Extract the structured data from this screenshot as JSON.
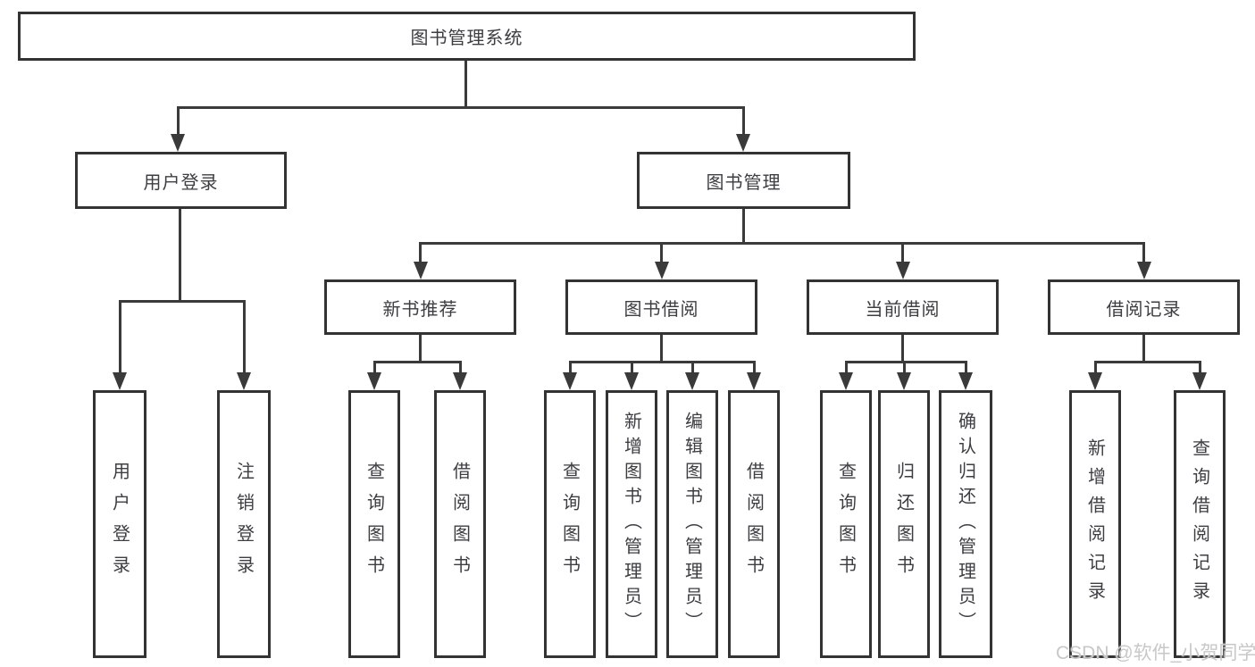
{
  "diagram": {
    "root": "图书管理系统",
    "level2": {
      "user": "用户登录",
      "mgmt": "图书管理"
    },
    "level3": {
      "newbooks": "新书推荐",
      "borrow": "图书借阅",
      "current": "当前借阅",
      "records": "借阅记录"
    },
    "leaves": {
      "user": [
        "用户登录",
        "注销登录"
      ],
      "newbooks": [
        "查询图书",
        "借阅图书"
      ],
      "borrow": [
        "查询图书",
        "新增图书（管理员）",
        "编辑图书（管理员）",
        "借阅图书"
      ],
      "current": [
        "查询图书",
        "归还图书",
        "确认归还（管理员）"
      ],
      "records": [
        "新增借阅记录",
        "查询借阅记录"
      ]
    }
  },
  "watermark": "CSDN @软件_小贺同学",
  "colors": {
    "line": "#3a3a3a",
    "box_border": "#333333",
    "text": "#3d3d42",
    "watermark": "#c8c8c8",
    "background": "#ffffff"
  }
}
